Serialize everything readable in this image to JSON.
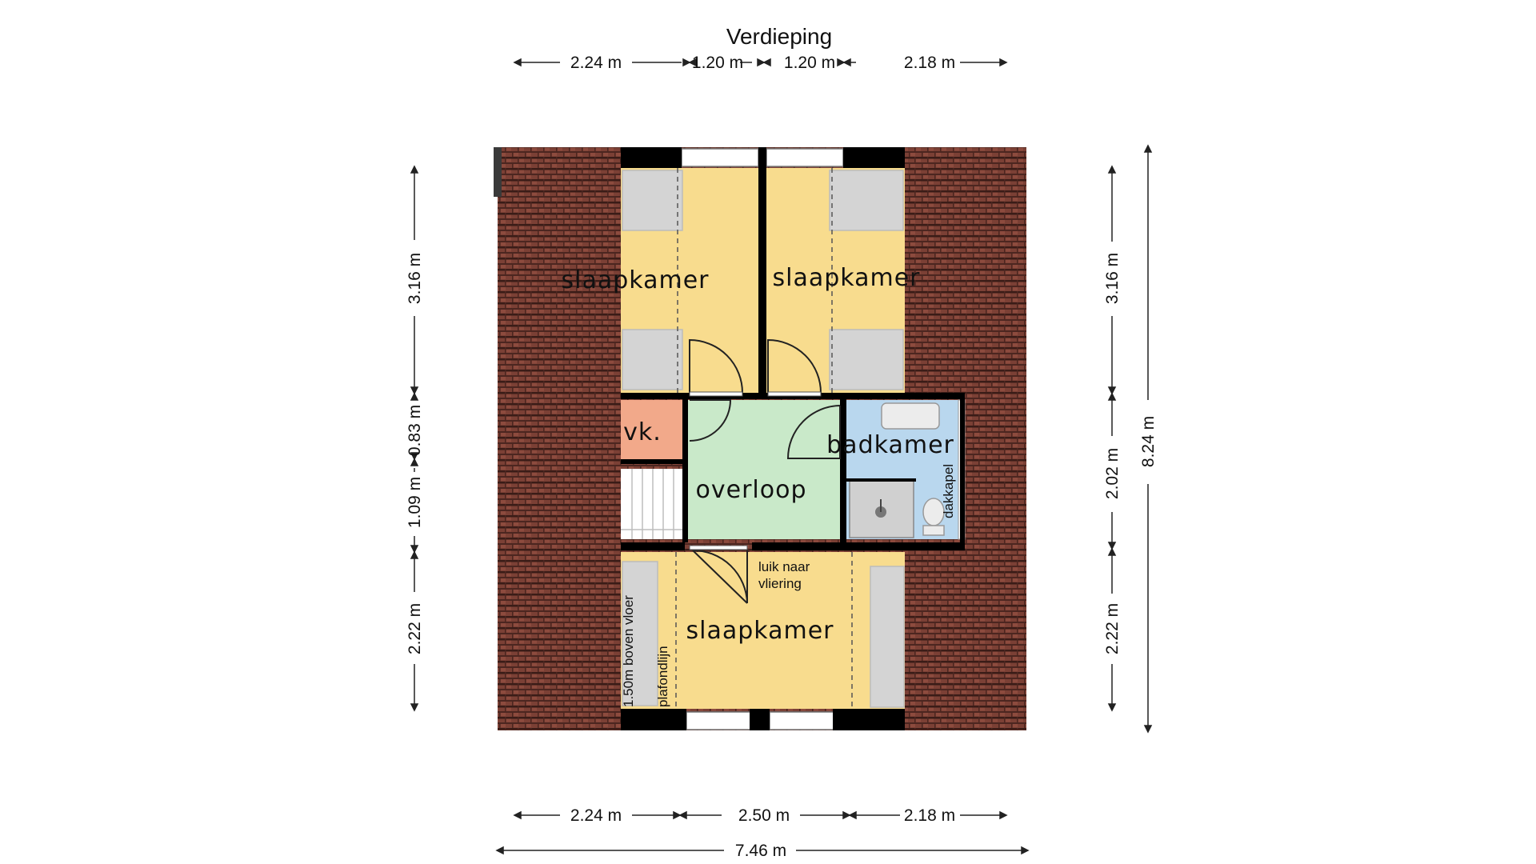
{
  "title": "Verdieping",
  "rooms": {
    "bedroom_top_left": "slaapkamer",
    "bedroom_top_right": "slaapkamer",
    "bedroom_bottom": "slaapkamer",
    "closet": "vk.",
    "landing": "overloop",
    "bathroom": "badkamer"
  },
  "annotations": {
    "hatch_line1": "luik naar",
    "hatch_line2": "vliering",
    "dormer": "dakkapel",
    "height_line1": "1.50m boven vloer",
    "height_line2": "plafondlijn"
  },
  "dimensions": {
    "top": [
      "2.24 m",
      "1.20 m",
      "1.20 m",
      "2.18 m"
    ],
    "bottom": [
      "2.24 m",
      "2.50 m",
      "2.18 m"
    ],
    "total_width": "7.46 m",
    "left": [
      "3.16 m",
      "0.83 m",
      "1.09 m",
      "2.22 m"
    ],
    "right": [
      "3.16 m",
      "2.02 m",
      "2.22 m"
    ],
    "total_height": "8.24 m"
  },
  "colors": {
    "bedroom": "#f8dc8e",
    "landing": "#c9e9c9",
    "bathroom": "#b9d7ee",
    "closet": "#f2a98a",
    "roof": "#7b4035",
    "wall": "#000000"
  }
}
